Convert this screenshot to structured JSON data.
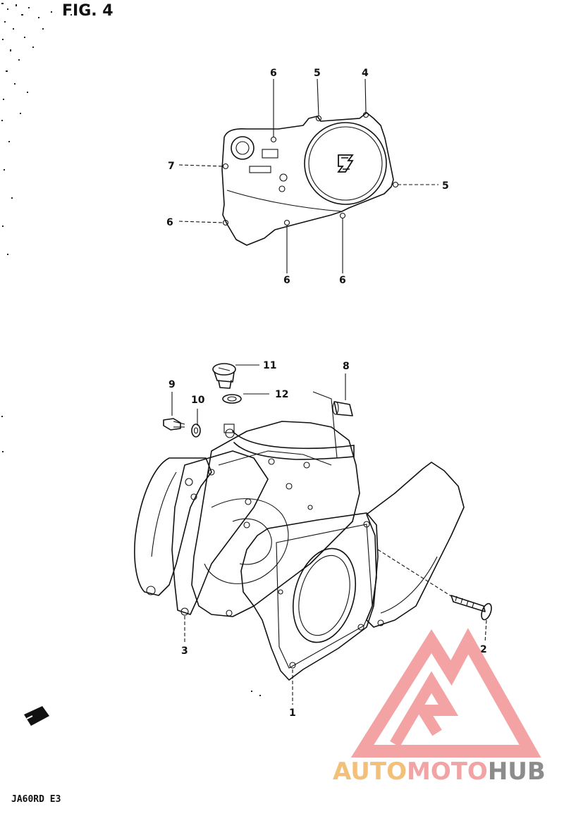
{
  "figure": {
    "title": "FIG. 4"
  },
  "footer": {
    "code": "JA60RD E3"
  },
  "watermark": {
    "part1": "AUTO",
    "part2": "MOTO",
    "part3": "HUB",
    "colors": {
      "auto": "#f3c07a",
      "moto": "#f2a3a3",
      "hub": "#8c8c8c",
      "logo": "#f08a8a"
    }
  },
  "callouts": {
    "c1": "1",
    "c2": "2",
    "c3": "3",
    "c4": "4",
    "c5_top": "5",
    "c5_right": "5",
    "c6_top": "6",
    "c6_left": "6",
    "c6_bottom_left": "6",
    "c6_bottom_right": "6",
    "c7": "7",
    "c8": "8",
    "c9": "9",
    "c10": "10",
    "c11": "11",
    "c12": "12"
  },
  "icons": {
    "brand_mark": "suzuki-s-logo-icon",
    "direction_arrow": "front-arrow-icon"
  }
}
